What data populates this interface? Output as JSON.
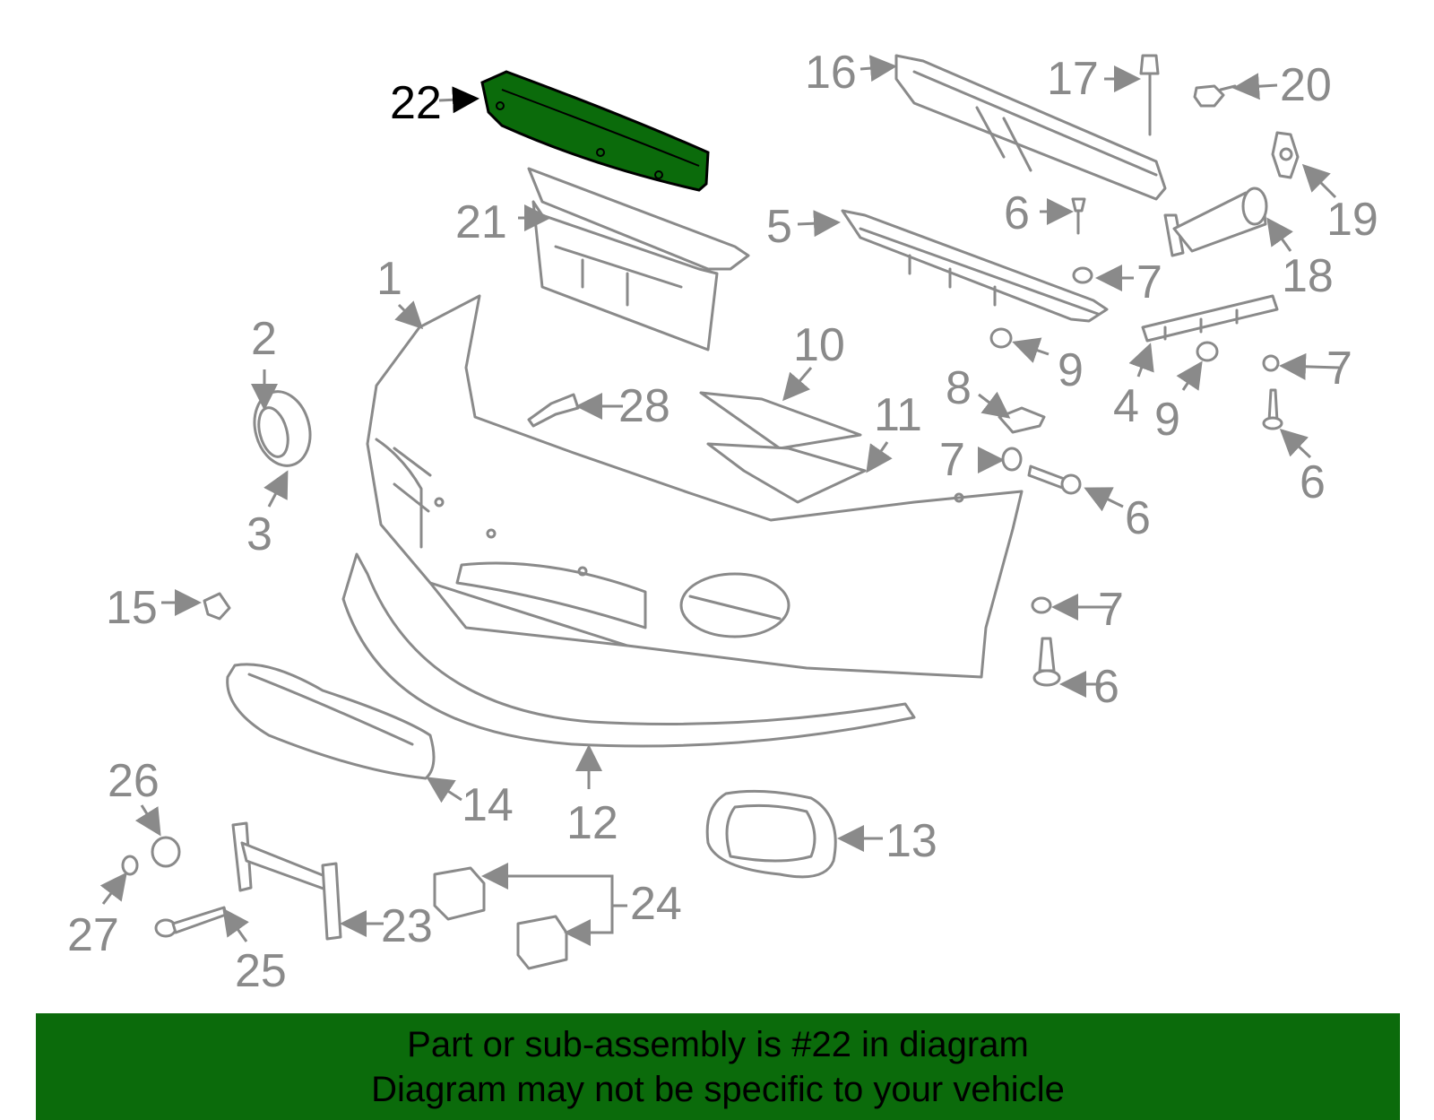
{
  "diagram": {
    "highlight_color": "#0b6b0b",
    "highlighted_part": "22",
    "callouts": [
      "22",
      "16",
      "17",
      "20",
      "21",
      "5",
      "6",
      "7",
      "19",
      "18",
      "1",
      "2",
      "10",
      "28",
      "11",
      "8",
      "9",
      "4",
      "3",
      "15",
      "12",
      "14",
      "13",
      "26",
      "27",
      "25",
      "23",
      "24"
    ]
  },
  "banner": {
    "line1": "Part or sub-assembly is #22 in diagram",
    "line2": "Diagram may not be specific to your vehicle"
  }
}
